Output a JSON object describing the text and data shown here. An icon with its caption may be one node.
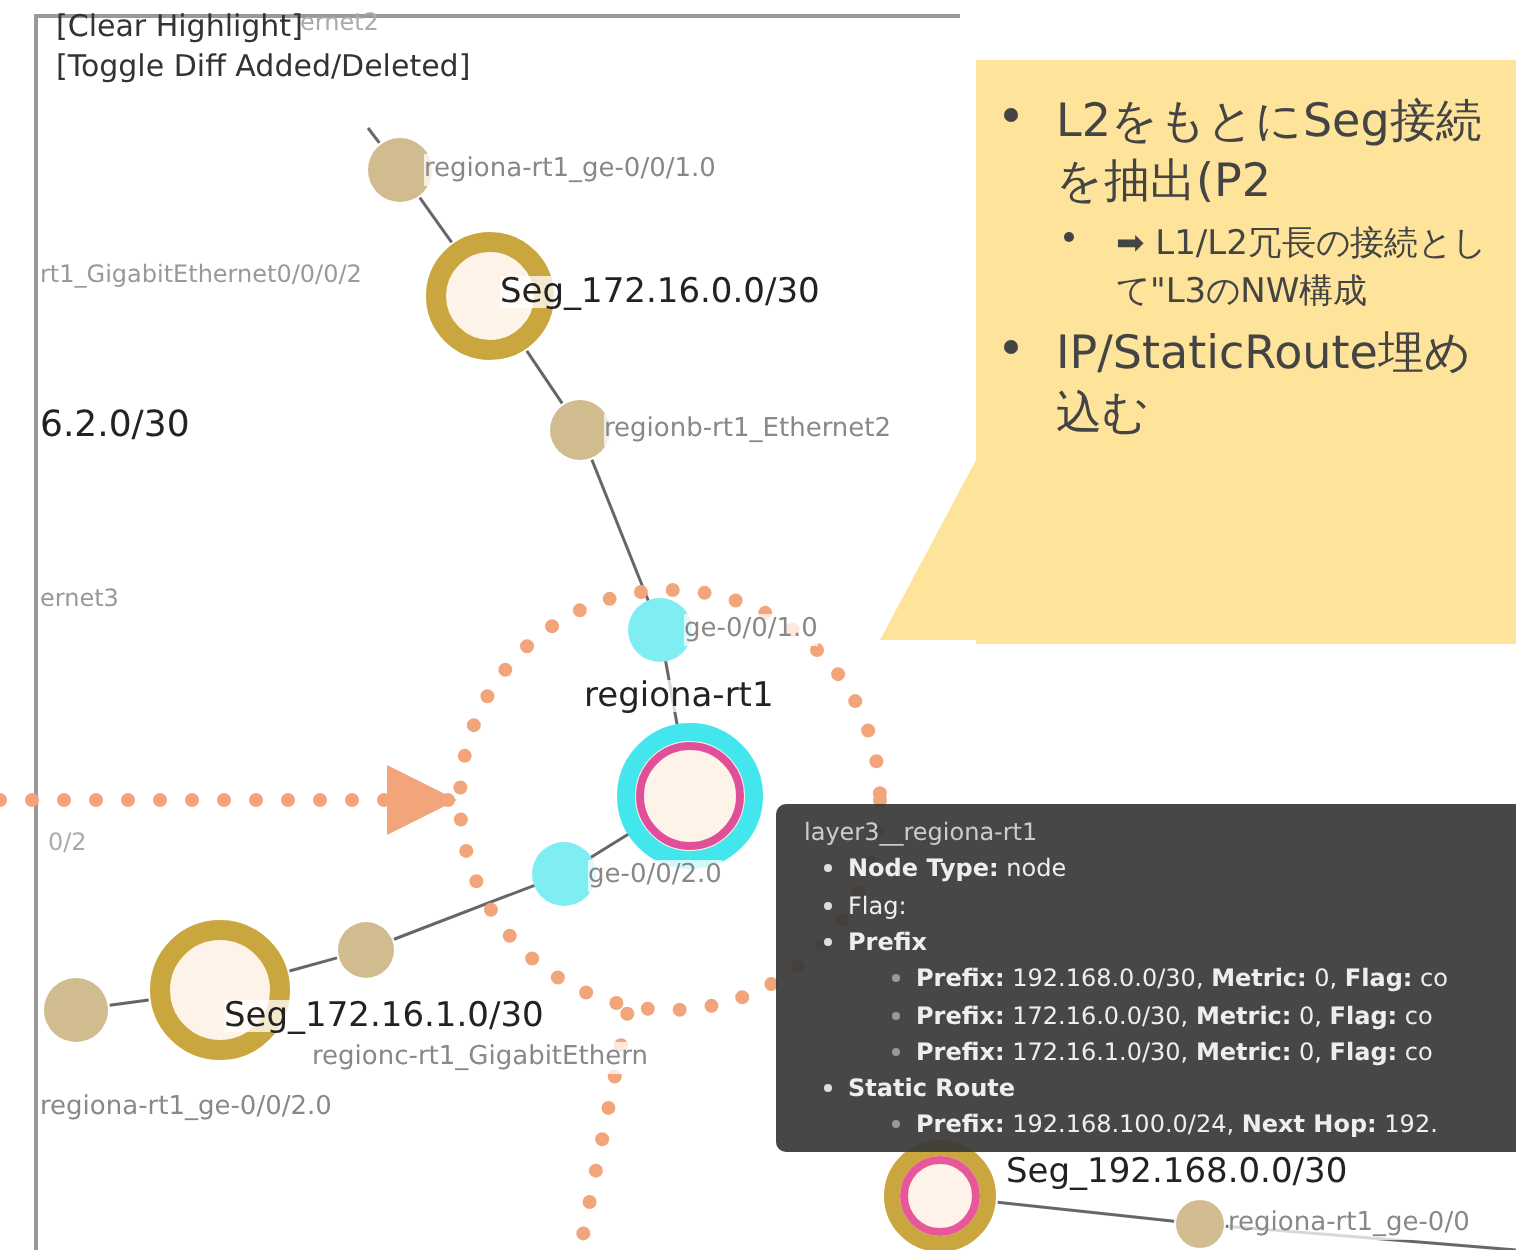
{
  "diagram": {
    "nodes": [
      {
        "text": [
          "regiona-rt1_ge-0/0/1.0"
        ]
      },
      {
        "text": [
          "Seg_172.16.0.0/30"
        ]
      },
      {
        "text": [
          "regionb-rt1_Ethernet2"
        ]
      },
      {
        "text": [
          "L2をもとにSeg接続を抽出(P2",
          "➡ L1/L2冗長の接続として\"L3のNW構成",
          "IP/StaticRoute埋め込む"
        ]
      },
      {
        "text": [],
        "shape": "circle"
      },
      {
        "text": [
          "ge-0/0/1.0"
        ],
        "in": 4
      },
      {
        "text": [
          "regiona-rt1"
        ],
        "in": 4
      },
      {
        "text": [
          "layer3__regiona-rt1",
          "**Node Type:** node",
          "Flag:",
          "Prefix",
          "**Prefix:** 192.168.0.0/30, **Metric:** 0, **Flag:** co",
          "**Prefix:** 172.16.0.0/30, **Metric:** 0, **Flag:** co",
          "**Prefix:** 172.16.1.0/30, **Metric:** 0, **Flag:** co",
          "Static Route",
          "**Prefix:** 192.168.100.0/24, **Next Hop:** 192."
        ]
      },
      {
        "text": [
          "ge-0/0/2.0"
        ],
        "in": 4
      },
      {
        "text": [
          "regionc-rt1_GigabitEthern"
        ]
      },
      {
        "text": [
          "Seg_172.16.1.0/30"
        ]
      },
      {
        "text": [
          "regiona-rt1_ge-0/0/2.0"
        ]
      },
      {
        "text": [
          "Seg_192.168.0.0/30"
        ]
      },
      {
        "text": [
          "regiona-rt1_ge-0/0"
        ]
      }
    ],
    "edges": [
      {
        "from": null,
        "to": 0,
        "arrow": "none"
      },
      {
        "from": 0,
        "to": 1,
        "arrow": "none"
      },
      {
        "from": 1,
        "to": 2,
        "arrow": "none"
      },
      {
        "from": 2,
        "to": 5,
        "arrow": "none"
      },
      {
        "from": 5,
        "to": 6,
        "arrow": "none"
      },
      {
        "from": 6,
        "to": 8,
        "arrow": "none"
      },
      {
        "from": 8,
        "to": 9,
        "arrow": "none"
      },
      {
        "from": 9,
        "to": 10,
        "arrow": "none"
      },
      {
        "from": 10,
        "to": 11,
        "arrow": "none"
      },
      {
        "from": 12,
        "to": 13,
        "arrow": "none"
      },
      {
        "from": 13,
        "to": null,
        "arrow": "none"
      },
      {
        "from": null,
        "to": 4,
        "arrow": "to",
        "style": "dashed",
        "color": "#f2a57a"
      },
      {
        "from": 4,
        "to": null,
        "arrow": "none",
        "style": "dashed",
        "color": "#f2a57a"
      }
    ],
    "labels": [
      "[Clear Highlight]",
      "[Toggle Diff Added/Deleted]",
      "ernet2",
      "rt1_GigabitEthernet0/0/0/2",
      "6.2.0/30",
      "ernet3",
      "0/2"
    ]
  }
}
